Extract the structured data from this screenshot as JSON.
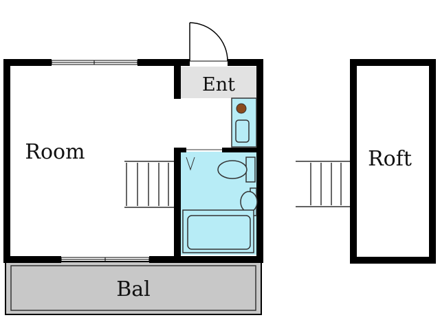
{
  "rooms": {
    "room": "Room",
    "entrance": "Ent",
    "loft": "Roft",
    "balcony": "Bal"
  },
  "colors": {
    "wall": "#000000",
    "fixture_fill": "#b7ecf6",
    "fixture_stroke": "#333333",
    "entrance_floor": "#e2e2e2",
    "balcony_floor": "#c8c8c8",
    "stove_knob": "#8a4a1e"
  }
}
